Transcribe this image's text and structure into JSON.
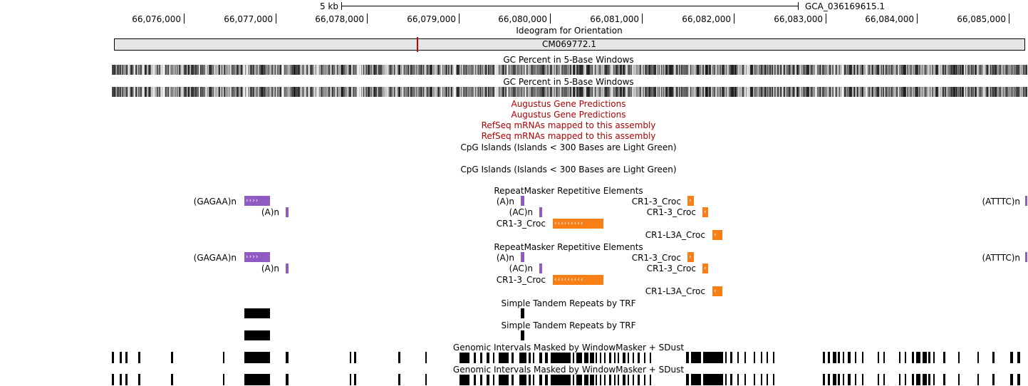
{
  "scale": {
    "label": "5 kb",
    "assembly": "GCA_036169615.1"
  },
  "ruler": {
    "positions": [
      "66,076,000",
      "66,077,000",
      "66,078,000",
      "66,079,000",
      "66,080,000",
      "66,081,000",
      "66,082,000",
      "66,083,000",
      "66,084,000",
      "66,085,000"
    ]
  },
  "ideogram": {
    "title": "Ideogram for Orientation",
    "chrom": "CM069772.1"
  },
  "tracks": {
    "gc1": "GC Percent in 5-Base Windows",
    "gc2": "GC Percent in 5-Base Windows",
    "aug1": "Augustus Gene Predictions",
    "aug2": "Augustus Gene Predictions",
    "refseq1": "RefSeq mRNAs mapped to this assembly",
    "refseq2": "RefSeq mRNAs mapped to this assembly",
    "cpg1": "CpG Islands (Islands < 300 Bases are Light Green)",
    "cpg2": "CpG Islands (Islands < 300 Bases are Light Green)",
    "rmsk1": "RepeatMasker Repetitive Elements",
    "rmsk2": "RepeatMasker Repetitive Elements",
    "trf1": "Simple Tandem Repeats by TRF",
    "trf2": "Simple Tandem Repeats by TRF",
    "wm1": "Genomic Intervals Masked by WindowMasker + SDust",
    "wm2": "Genomic Intervals Masked by WindowMasker + SDust"
  },
  "repeats": {
    "gagaa": "(GAGAA)n",
    "an1": "(A)n",
    "an2": "(A)n",
    "acn": "(AC)n",
    "cr1a": "CR1-3_Croc",
    "cr1b": "CR1-3_Croc",
    "cr1c": "CR1-3_Croc",
    "cr1l3a": "CR1-L3A_Croc",
    "atttc": "(ATTTC)n",
    "chev_fwd": "››››",
    "chev_rev": "‹‹‹‹‹‹‹‹‹",
    "chev_one": "‹"
  },
  "colors": {
    "track_title_red": "#b00000",
    "repeat_simple": "#8f5ac1",
    "repeat_line": "#f77f16",
    "ideogram_marker": "#cc0000"
  }
}
